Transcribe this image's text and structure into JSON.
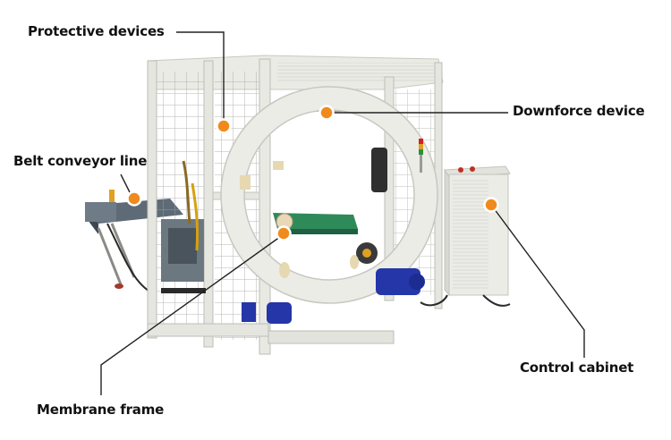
{
  "labels": {
    "protective": "Protective devices",
    "downforce": "Downforce device",
    "belt": "Belt conveyor line",
    "control": "Control cabinet",
    "membrane": "Membrane frame"
  },
  "colors": {
    "marker": "#f08a1c",
    "frame": "#e9e9e4",
    "mesh": "#9a9a96",
    "ring": "#efefea",
    "belt": "#2f8a5a",
    "motor": "#2436a8",
    "text": "#111111"
  }
}
